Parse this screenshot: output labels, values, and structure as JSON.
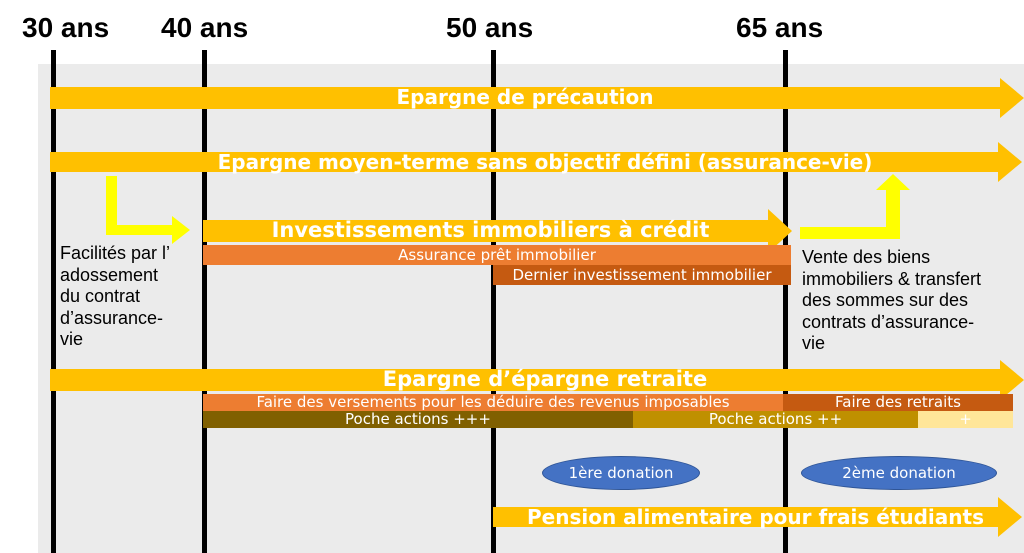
{
  "timeline": {
    "ages": [
      "30 ans",
      "40 ans",
      "50 ans",
      "65 ans"
    ]
  },
  "arrows": {
    "precaution": "Epargne de précaution",
    "moyen_terme": "Epargne moyen-terme sans objectif défini (assurance-vie)",
    "immobilier": "Investissements immobiliers à crédit",
    "retraite": "Epargne d’épargne retraite",
    "pension": "Pension alimentaire pour frais étudiants"
  },
  "bars": {
    "assurance_pret": "Assurance prêt immobilier",
    "dernier_investissement": "Dernier investissement immobilier",
    "versements": "Faire des versements pour les déduire des revenus imposables",
    "retraits": "Faire des retraits",
    "poche_1": "Poche actions +++",
    "poche_2": "Poche actions ++",
    "poche_3": "+"
  },
  "notes": {
    "left": [
      "Facilités par l’",
      "adossement",
      "du contrat",
      "d’assurance-",
      "vie"
    ],
    "right": [
      "Vente des biens",
      "immobiliers & transfert",
      "des sommes sur des",
      "contrats d’assurance-",
      "vie"
    ]
  },
  "donations": {
    "first": "1ère donation",
    "second": "2ème donation"
  },
  "colors": {
    "main_arrow": "#ffc000",
    "connector": "#ffff00",
    "assurance_pret": "#ed7d31",
    "dernier_investissement": "#c55a11",
    "versements": "#ed7d31",
    "retraits": "#c55a11",
    "poche_1": "#806000",
    "poche_2": "#bf9000",
    "poche_3": "#ffe699",
    "donation": "#4472c4",
    "panel": "#ebebeb"
  }
}
